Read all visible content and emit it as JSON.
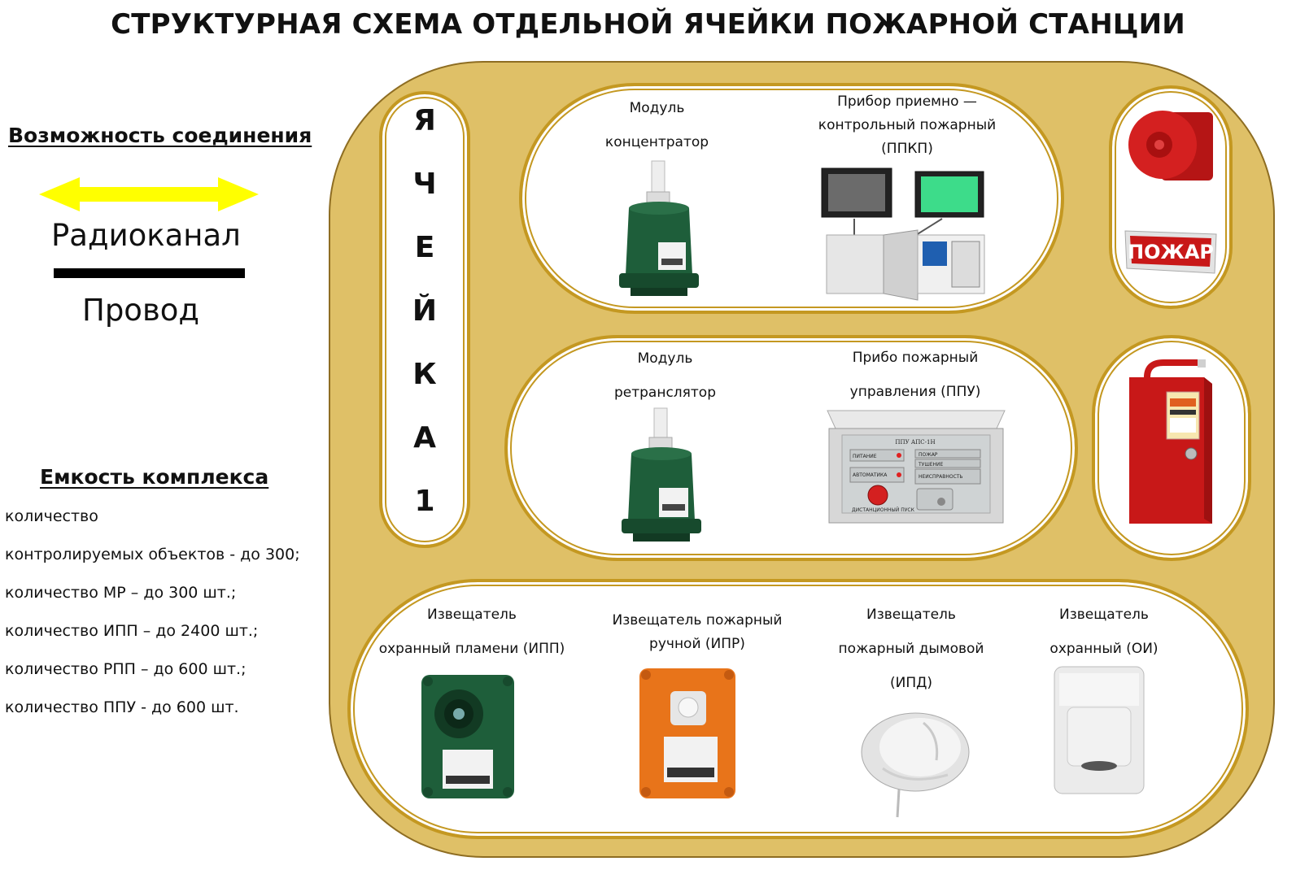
{
  "title": "СТРУКТУРНАЯ СХЕМА ОТДЕЛЬНОЙ ЯЧЕЙКИ ПОЖАРНОЙ СТАНЦИИ",
  "legend": {
    "heading": "Возможность соединения",
    "radio_label": "Радиоканал",
    "wire_label": "Провод",
    "colors": {
      "radio": "#ffff00",
      "wire": "#000000"
    }
  },
  "capacity": {
    "heading": "Емкость комплекса",
    "lines": [
      "количество",
      "контролируемых объектов - до 300;",
      "количество МР – до 300 шт.;",
      "количество  ИПП – до 2400 шт.;",
      "количество РПП – до 600 шт.;",
      "количество ППУ - до 600 шт."
    ]
  },
  "cell": {
    "letters": [
      "Я",
      "Ч",
      "Е",
      "Й",
      "К",
      "А",
      "1"
    ]
  },
  "devices": {
    "concentrator": {
      "line1": "Модуль",
      "line2": "концентратор"
    },
    "ppkp": {
      "line1": "Прибор приемно —",
      "line2": "контрольный пожарный",
      "line3": "(ППКП)"
    },
    "retranslator": {
      "line1": "Модуль",
      "line2": "ретранслятор"
    },
    "ppu": {
      "line1": "Прибо пожарный",
      "line2": "управления (ППУ)"
    },
    "ipp": {
      "line1": "Извещатель",
      "line2": "охранный пламени (ИПП)"
    },
    "ipr": {
      "line1": "Извещатель пожарный",
      "line2": "ручной (ИПР)"
    },
    "ipd": {
      "line1": "Извещатель",
      "line2": "пожарный дымовой",
      "line3": "(ИПД)"
    },
    "oi": {
      "line1": "Извещатель",
      "line2": "охранный (ОИ)"
    },
    "sign_text": "ПОЖАР",
    "ppu_panel_labels": [
      "ППУ АПС-1Н",
      "ПИТАНИЕ",
      "ПОЖАР",
      "ТУШЕНИЕ",
      "АВТОМАТИКА",
      "НЕИСПРАВНОСТЬ",
      "ДИСТАНЦИОННЫЙ ПУСК"
    ]
  },
  "colors": {
    "board": "#dfc067",
    "pill_border": "#c49821",
    "module_green": "#1e5e3a",
    "ipr_orange": "#e8741a",
    "alarm_red": "#d42020"
  }
}
